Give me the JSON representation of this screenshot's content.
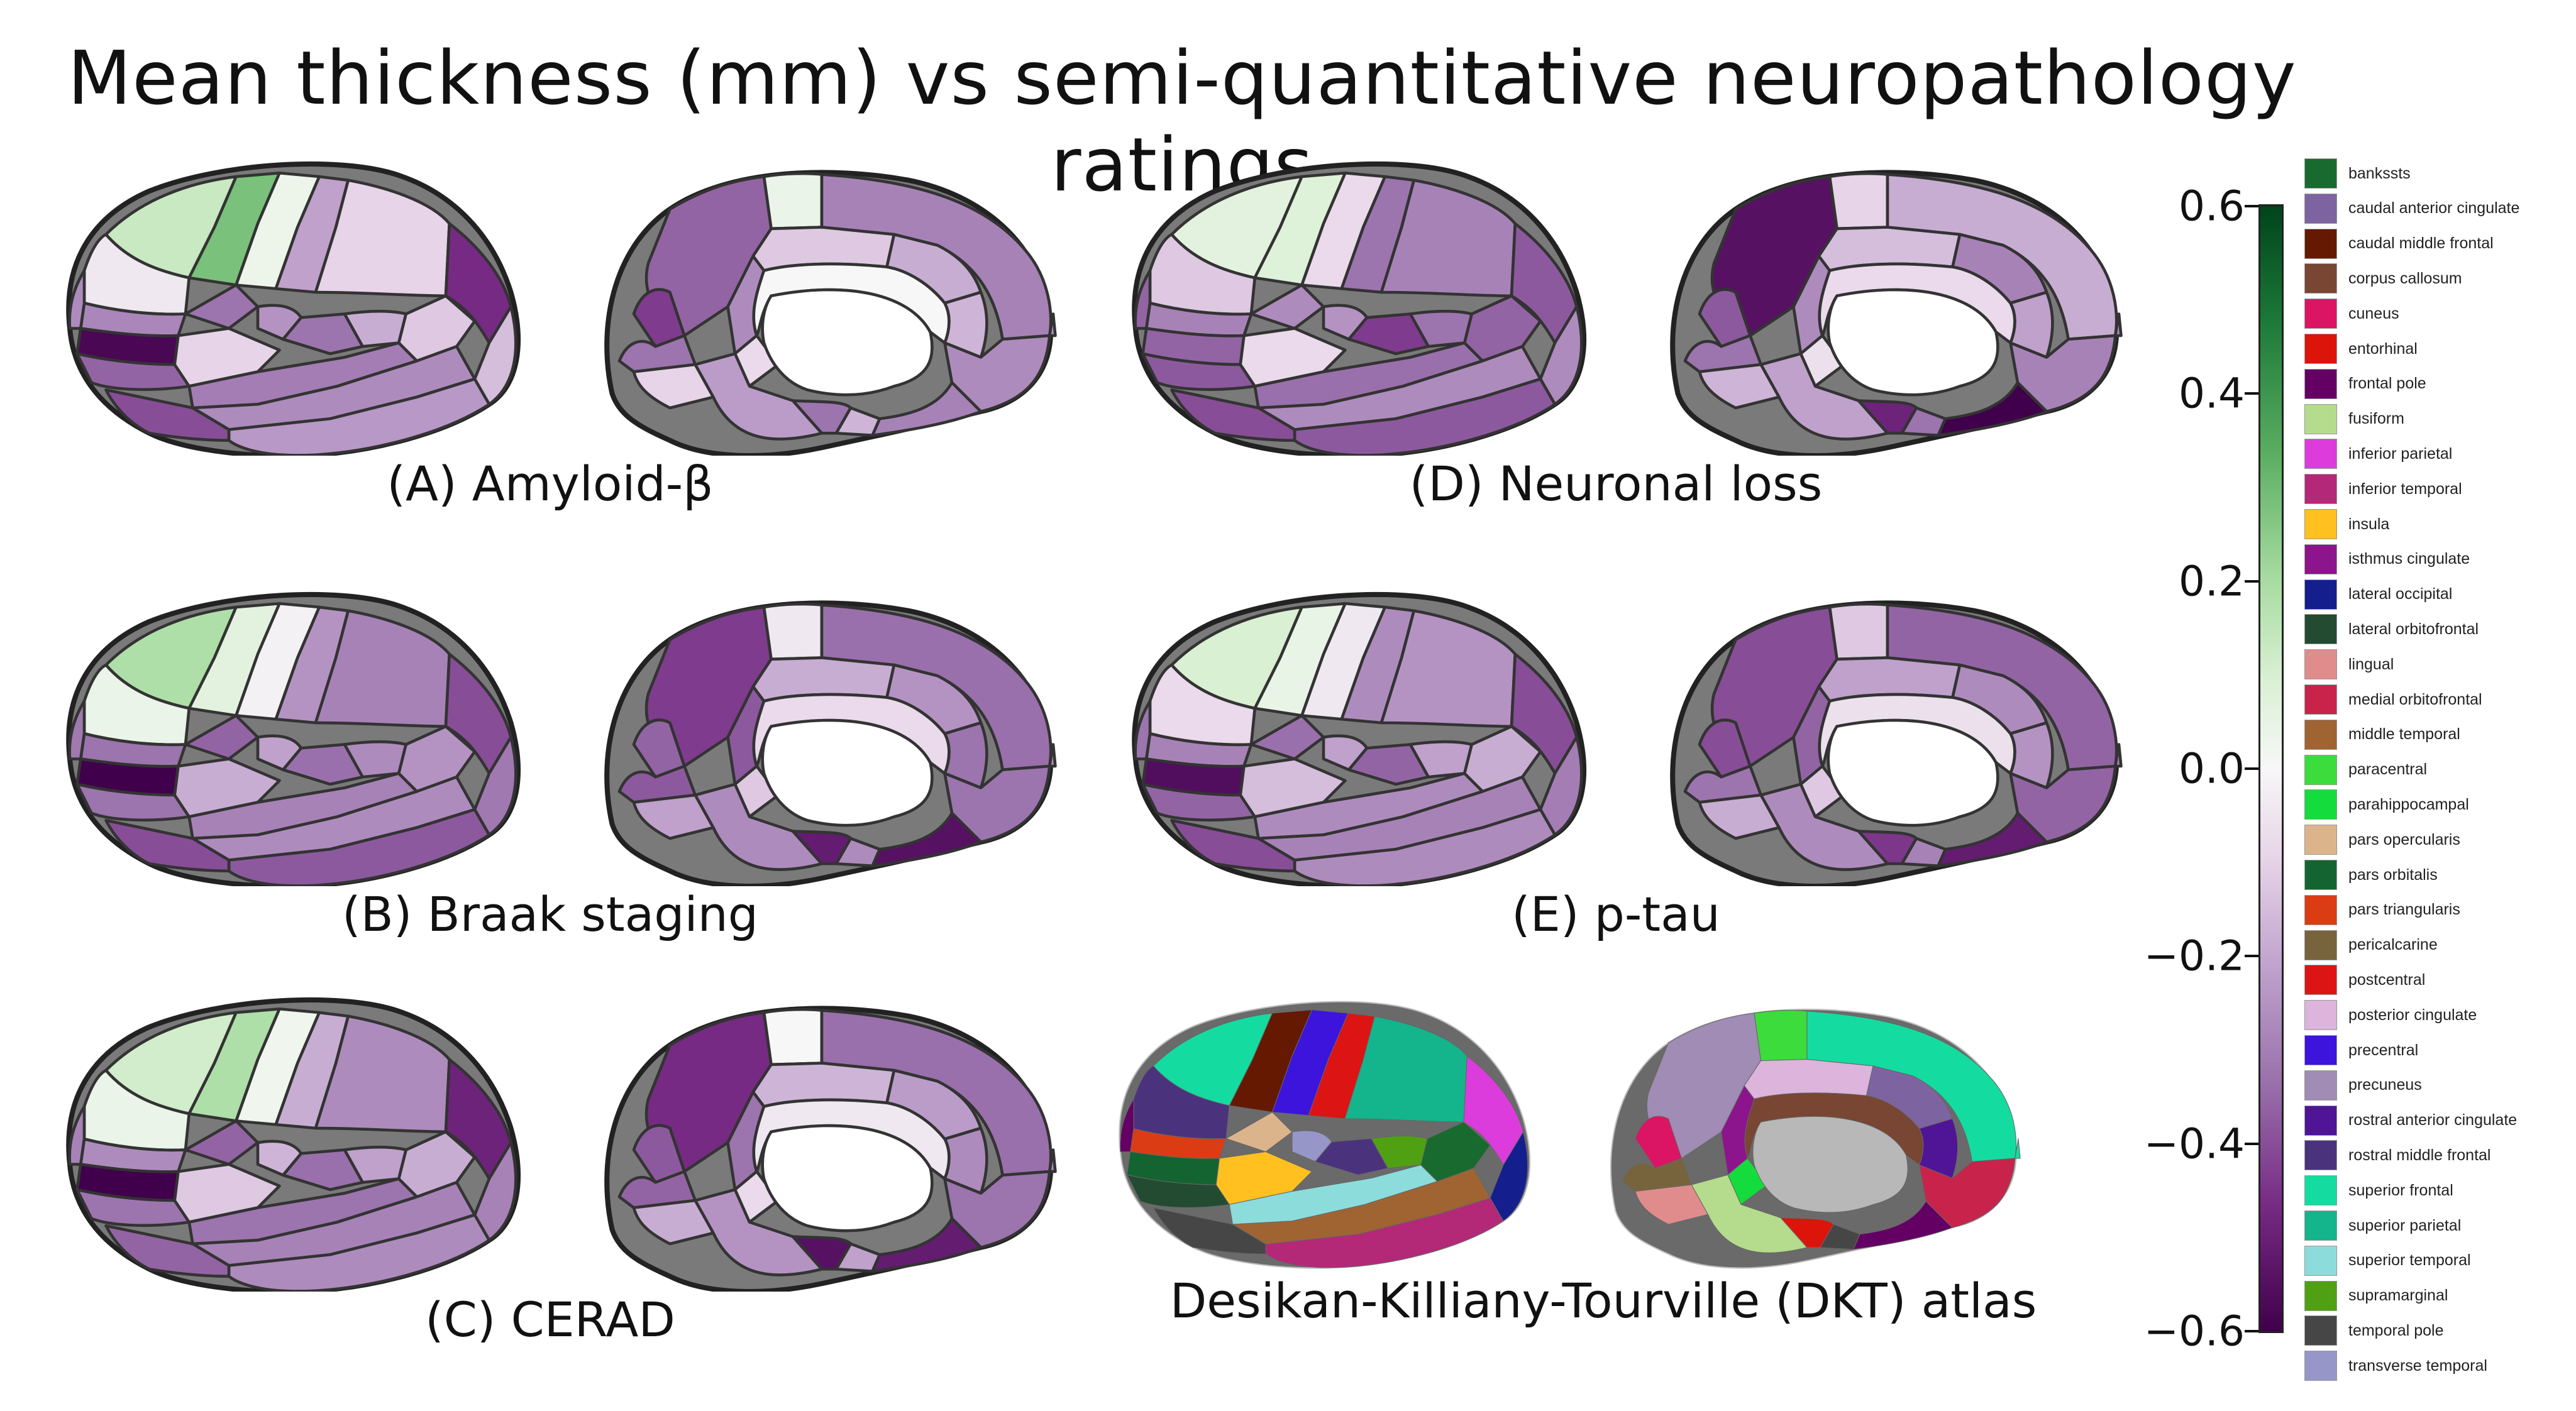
{
  "title": "Mean thickness (mm) vs semi-quantitative neuropathology ratings",
  "panels": [
    {
      "label": "(A) Amyloid-β",
      "lateral": [
        0.16,
        0.31,
        0.04,
        -0.25,
        -0.12,
        -0.48,
        -0.18,
        -0.22,
        -0.05,
        -0.31,
        -0.35,
        -0.58,
        -0.38,
        -0.12,
        -0.28,
        -0.33,
        -0.15,
        -0.3,
        -0.27,
        -0.42,
        -0.3,
        -0.35
      ],
      "medial": [
        0.05,
        -0.38,
        -0.32,
        -0.15,
        -0.22,
        -0.2,
        -0.3,
        -0.45,
        -0.35,
        -0.12,
        -0.3,
        -0.1,
        -0.26,
        -0.35,
        -0.32,
        -0.2,
        -0.0,
        -0.28
      ]
    },
    {
      "label": "(B) Braak staging",
      "lateral": [
        0.22,
        0.08,
        -0.02,
        -0.28,
        -0.32,
        -0.42,
        -0.34,
        -0.3,
        0.05,
        -0.35,
        -0.38,
        -0.6,
        -0.35,
        -0.22,
        -0.25,
        -0.32,
        -0.28,
        -0.3,
        -0.4,
        -0.42,
        -0.34,
        -0.36
      ],
      "medial": [
        -0.05,
        -0.45,
        -0.36,
        -0.22,
        -0.28,
        -0.35,
        -0.4,
        -0.38,
        -0.4,
        -0.25,
        -0.35,
        -0.15,
        -0.3,
        -0.52,
        -0.55,
        -0.3,
        -0.1,
        -0.3
      ]
    },
    {
      "label": "(C) CERAD",
      "lateral": [
        0.14,
        0.22,
        0.03,
        -0.22,
        -0.3,
        -0.5,
        -0.32,
        -0.25,
        0.05,
        -0.3,
        -0.38,
        -0.62,
        -0.35,
        -0.15,
        -0.2,
        -0.35,
        -0.22,
        -0.32,
        -0.3,
        -0.38,
        -0.32,
        -0.36
      ],
      "medial": [
        0.0,
        -0.48,
        -0.36,
        -0.2,
        -0.26,
        -0.3,
        -0.35,
        -0.4,
        -0.38,
        -0.22,
        -0.35,
        -0.1,
        -0.28,
        -0.55,
        -0.52,
        -0.25,
        -0.05,
        -0.3
      ]
    },
    {
      "label": "(D) Neuronal loss",
      "lateral": [
        0.08,
        0.1,
        -0.1,
        -0.35,
        -0.32,
        -0.4,
        -0.3,
        -0.35,
        -0.15,
        -0.32,
        -0.3,
        -0.38,
        -0.4,
        -0.1,
        -0.28,
        -0.36,
        -0.38,
        -0.3,
        -0.4,
        -0.42,
        -0.38,
        -0.45
      ],
      "medial": [
        -0.12,
        -0.55,
        -0.22,
        -0.18,
        -0.32,
        -0.25,
        -0.3,
        -0.4,
        -0.35,
        -0.2,
        -0.32,
        -0.08,
        -0.25,
        -0.5,
        -0.6,
        -0.35,
        -0.1,
        -0.3
      ]
    },
    {
      "label": "(E) p-tau",
      "lateral": [
        0.12,
        0.06,
        -0.05,
        -0.3,
        -0.28,
        -0.42,
        -0.33,
        -0.25,
        -0.1,
        -0.32,
        -0.36,
        -0.56,
        -0.38,
        -0.18,
        -0.25,
        -0.3,
        -0.22,
        -0.32,
        -0.3,
        -0.42,
        -0.35,
        -0.38
      ],
      "medial": [
        -0.15,
        -0.42,
        -0.38,
        -0.25,
        -0.3,
        -0.28,
        -0.38,
        -0.42,
        -0.35,
        -0.22,
        -0.38,
        -0.15,
        -0.3,
        -0.46,
        -0.52,
        -0.32,
        -0.08,
        -0.32
      ]
    }
  ],
  "atlas": {
    "label": "Desikan-Killiany-Tourville (DKT) atlas",
    "lateral_regions": [
      "superior frontal",
      "caudal middle frontal",
      "precentral",
      "postcentral",
      "superior parietal",
      "inferior parietal",
      "lateral occipital",
      "supramarginal",
      "rostral middle frontal",
      "pars triangularis",
      "pars opercularis",
      "pars orbitalis",
      "lateral orbitofrontal",
      "insula",
      "transverse temporal",
      "superior temporal",
      "bankssts",
      "middle temporal",
      "inferior temporal",
      "temporal pole",
      "frontal pole",
      "rostral middle frontal"
    ],
    "medial_regions": [
      "paracentral",
      "precuneus",
      "superior frontal",
      "posterior cingulate",
      "caudal anterior cingulate",
      "rostral anterior cingulate",
      "isthmus cingulate",
      "cuneus",
      "pericalcarine",
      "lingual",
      "medial orbitofrontal",
      "parahippocampal",
      "fusiform",
      "entorhinal",
      "frontal pole",
      "temporal pole",
      "corpus callosum",
      "superior frontal"
    ]
  },
  "colorbar": {
    "ticks": [
      "0.6",
      "0.4",
      "0.2",
      "0.0",
      "−0.2",
      "−0.4",
      "−0.6"
    ],
    "tick_values": [
      0.6,
      0.4,
      0.2,
      0.0,
      -0.2,
      -0.4,
      -0.6
    ],
    "vmin": -0.6,
    "vmax": 0.6,
    "colormap": [
      "#40004b",
      "#762a83",
      "#9970ab",
      "#c2a5cf",
      "#e7d4e8",
      "#f7f7f7",
      "#d9f0d3",
      "#a6dba0",
      "#5aae61",
      "#1b7837",
      "#00441b"
    ]
  },
  "legend": [
    {
      "name": "bankssts",
      "color": "#196a2e"
    },
    {
      "name": "caudal anterior cingulate",
      "color": "#7d64a0"
    },
    {
      "name": "caudal middle frontal",
      "color": "#641900"
    },
    {
      "name": "corpus callosum",
      "color": "#784632"
    },
    {
      "name": "cuneus",
      "color": "#dc1464"
    },
    {
      "name": "entorhinal",
      "color": "#dc140a"
    },
    {
      "name": "frontal pole",
      "color": "#640064"
    },
    {
      "name": "fusiform",
      "color": "#b4dc8c"
    },
    {
      "name": "inferior parietal",
      "color": "#dc3cdc"
    },
    {
      "name": "inferior temporal",
      "color": "#b42878"
    },
    {
      "name": "insula",
      "color": "#ffc020"
    },
    {
      "name": "isthmus cingulate",
      "color": "#8c148c"
    },
    {
      "name": "lateral occipital",
      "color": "#141e8c"
    },
    {
      "name": "lateral orbitofrontal",
      "color": "#234b32"
    },
    {
      "name": "lingual",
      "color": "#e18c8c"
    },
    {
      "name": "medial orbitofrontal",
      "color": "#c8234b"
    },
    {
      "name": "middle temporal",
      "color": "#a06432"
    },
    {
      "name": "paracentral",
      "color": "#3cdc3c"
    },
    {
      "name": "parahippocampal",
      "color": "#14dc3c"
    },
    {
      "name": "pars opercularis",
      "color": "#dcb48c"
    },
    {
      "name": "pars orbitalis",
      "color": "#146432"
    },
    {
      "name": "pars triangularis",
      "color": "#dc3c14"
    },
    {
      "name": "pericalcarine",
      "color": "#78643c"
    },
    {
      "name": "postcentral",
      "color": "#dc1414"
    },
    {
      "name": "posterior cingulate",
      "color": "#dcb4dc"
    },
    {
      "name": "precentral",
      "color": "#3c14dc"
    },
    {
      "name": "precuneus",
      "color": "#a08cb4"
    },
    {
      "name": "rostral anterior cingulate",
      "color": "#501496"
    },
    {
      "name": "rostral middle frontal",
      "color": "#4b327d"
    },
    {
      "name": "superior frontal",
      "color": "#14dca0"
    },
    {
      "name": "superior parietal",
      "color": "#14b48c"
    },
    {
      "name": "superior temporal",
      "color": "#8cdcdc"
    },
    {
      "name": "supramarginal",
      "color": "#50a014"
    },
    {
      "name": "temporal pole",
      "color": "#464646"
    },
    {
      "name": "transverse temporal",
      "color": "#9696c8"
    }
  ]
}
